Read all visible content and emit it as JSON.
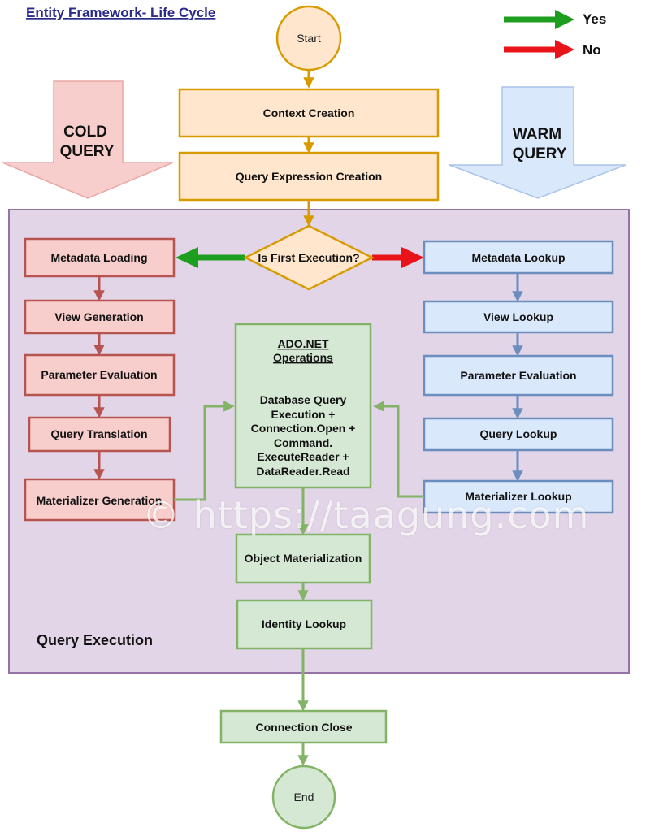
{
  "title": "Entity Framework- Life Cycle",
  "legend": {
    "yes": "Yes",
    "no": "No",
    "yes_color": "#1e9e1e",
    "no_color": "#e8141a"
  },
  "cold_query": {
    "line1": "COLD",
    "line2": "QUERY"
  },
  "warm_query": {
    "line1": "WARM",
    "line2": "QUERY"
  },
  "nodes": {
    "start": "Start",
    "context_creation": "Context Creation",
    "query_expression_creation": "Query Expression Creation",
    "decision": "Is First Execution?",
    "cold": [
      "Metadata Loading",
      "View Generation",
      "Parameter Evaluation",
      "Query Translation",
      "Materializer Generation"
    ],
    "warm": [
      "Metadata Lookup",
      "View Lookup",
      "Parameter Evaluation",
      "Query Lookup",
      "Materializer Lookup"
    ],
    "ado_title_1": "ADO.NET",
    "ado_title_2": "Operations",
    "ado_body": [
      "Database Query",
      "Execution +",
      "Connection.Open +",
      "Command.",
      "ExecuteReader +",
      "DataReader.Read"
    ],
    "object_materialization": "Object Materialization",
    "identity_lookup": "Identity Lookup",
    "connection_close": "Connection Close",
    "end": "End"
  },
  "region_label": "Query Execution",
  "watermark": "© https://taagung.com"
}
